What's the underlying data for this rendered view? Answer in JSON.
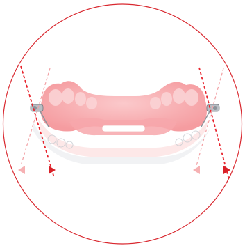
{
  "figure": {
    "subject": "dental-appliance",
    "colors": {
      "frame": "#d9282f",
      "guide_dashed": "#e8262f",
      "guide_light": "#f2a0a4",
      "arrow_start": "#f6b1b3",
      "arrow_end": "#d92128",
      "appliance_pink": "#f7a7ab",
      "appliance_light": "#fde5e6",
      "appliance_clear": "#eef0f2",
      "metal": "#9aa0a8"
    },
    "icons": [
      "circle-frame",
      "left-adjust-arrow",
      "right-adjust-arrow"
    ]
  }
}
